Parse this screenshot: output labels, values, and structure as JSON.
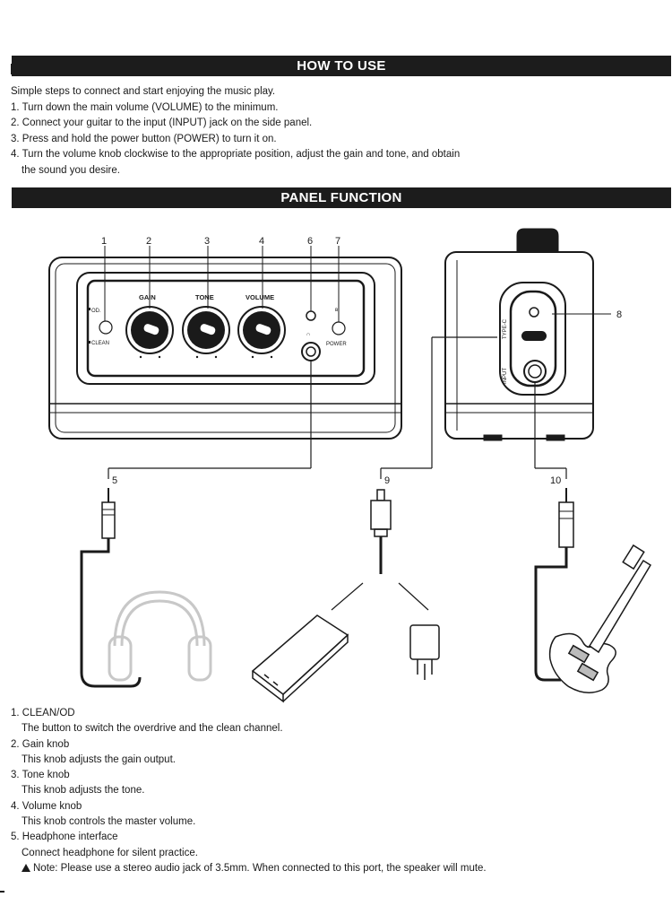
{
  "sections": {
    "how_to_use_title": "HOW TO USE",
    "panel_function_title": "PANEL FUNCTION"
  },
  "how_to_use": {
    "intro": "Simple steps to connect and start enjoying the music play.",
    "steps": [
      "1. Turn down the main volume (VOLUME) to the minimum.",
      "2. Connect your guitar to the input (INPUT) jack on the side panel.",
      "3. Press and hold the power button (POWER) to turn it on.",
      "4. Turn the volume knob clockwise to the appropriate position, adjust the gain and tone, and obtain"
    ],
    "step4_cont": "the sound you desire."
  },
  "diagram": {
    "callouts": [
      "1",
      "2",
      "3",
      "4",
      "5",
      "6",
      "7",
      "8",
      "9",
      "10"
    ],
    "panel": {
      "od": "OD.",
      "clean": "CLEAN",
      "gain": "GAIN",
      "tone": "TONE",
      "volume": "VOLUME",
      "power": "POWER",
      "bluetooth": "ʙ",
      "headphone": "∩",
      "typec": "TYPE-C",
      "input": "INPUT"
    }
  },
  "functions": [
    {
      "title": "1. CLEAN/OD",
      "desc": "The button to switch the overdrive and  the clean channel."
    },
    {
      "title": "2. Gain knob",
      "desc": " This knob adjusts the gain output."
    },
    {
      "title": "3. Tone knob",
      "desc": "This knob adjusts the tone."
    },
    {
      "title": "4. Volume knob",
      "desc": "This knob controls the master volume."
    },
    {
      "title": "5. Headphone interface",
      "desc": "Connect headphone for silent practice."
    }
  ],
  "note": "Note:  Please use a stereo audio jack of 3.5mm. When connected to this port, the speaker will mute."
}
